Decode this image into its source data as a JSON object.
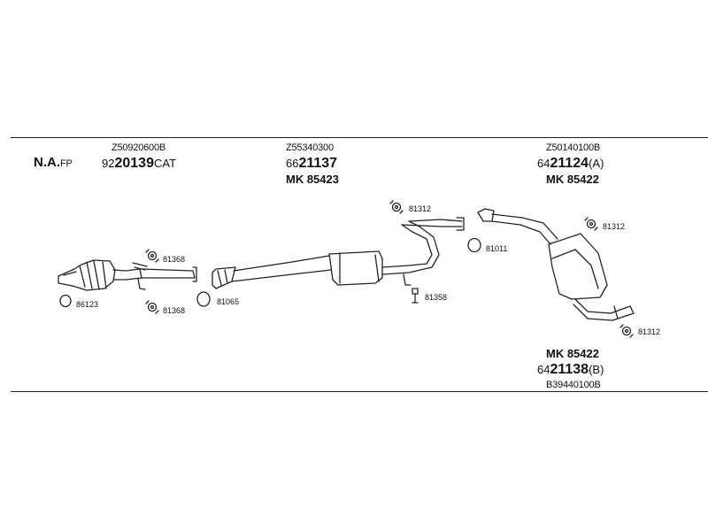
{
  "header": {
    "prefix_main": "N.A.",
    "prefix_sub": "FP"
  },
  "groups": [
    {
      "id": "cat",
      "supersession": "Z50920600B",
      "part_prefix": "92",
      "part_main": "20139",
      "part_suffix": "CAT"
    },
    {
      "id": "mid",
      "supersession": "Z55340300",
      "part_prefix": "66",
      "part_main": "21137",
      "part_suffix": "",
      "mk": "MK 85423"
    },
    {
      "id": "rear_a",
      "supersession": "Z50140100B",
      "part_prefix": "64",
      "part_main": "21124",
      "part_suffix": "(A)",
      "mk": "MK 85422"
    },
    {
      "id": "rear_b",
      "supersession": "B39440100B",
      "part_prefix": "64",
      "part_main": "21138",
      "part_suffix": "(B)",
      "mk": "MK 85422"
    }
  ],
  "callouts": {
    "c81312_top": "81312",
    "c81312_right": "81312",
    "c81312_bottom": "81312",
    "c81368_top": "81368",
    "c81368_bottom": "81368",
    "c86123": "86123",
    "c81065": "81065",
    "c81358": "81358",
    "c81011": "81011"
  }
}
